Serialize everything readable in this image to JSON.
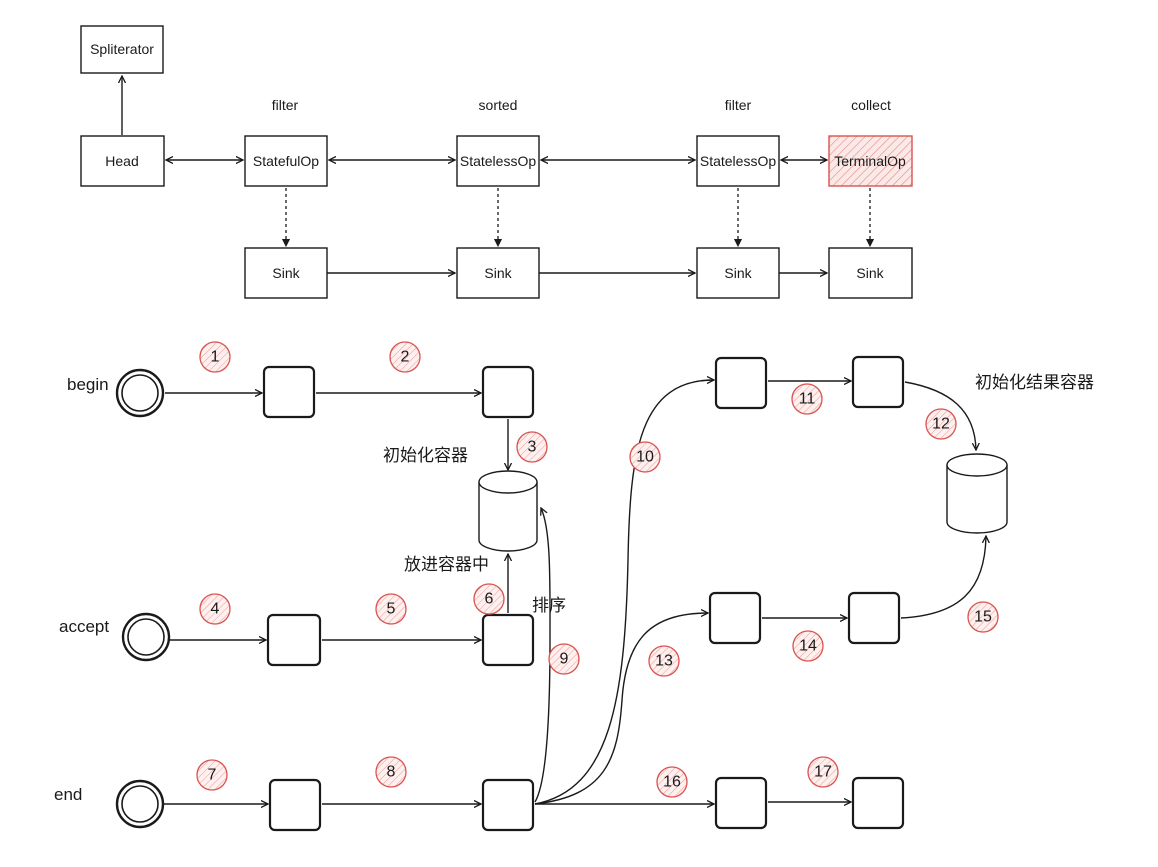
{
  "top": {
    "nodes": {
      "spliterator": "Spliterator",
      "head": "Head",
      "stateful": "StatefulOp",
      "stateless1": "StatelessOp",
      "stateless2": "StatelessOp",
      "terminal": "TerminalOp",
      "sink1": "Sink",
      "sink2": "Sink",
      "sink3": "Sink",
      "sink4": "Sink"
    },
    "op_labels": {
      "filter1": "filter",
      "sorted": "sorted",
      "filter2": "filter",
      "collect": "collect"
    }
  },
  "bottom": {
    "rows": {
      "begin": "begin",
      "accept": "accept",
      "end": "end"
    },
    "labels": {
      "init_container": "初始化容器",
      "put_in_container": "放进容器中",
      "sort": "排序",
      "init_result_container": "初始化结果容器"
    },
    "badges": [
      "1",
      "2",
      "3",
      "4",
      "5",
      "6",
      "7",
      "8",
      "9",
      "10",
      "11",
      "12",
      "13",
      "14",
      "15",
      "16",
      "17"
    ]
  },
  "colors": {
    "accent_red": "#d9534f",
    "stroke": "#1a1a1a"
  }
}
